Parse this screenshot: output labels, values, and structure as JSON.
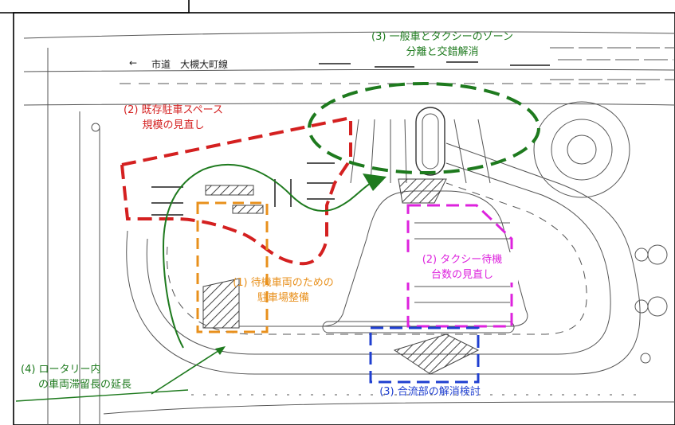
{
  "road_label": "市道　大槻大町線",
  "annotations": {
    "green_zone": {
      "line1": "(3) 一般車とタクシーのゾーン",
      "line2": "分離と交錯解消",
      "color": "#1e7a1e"
    },
    "red_parking": {
      "line1": "(2) 既存駐車スペース",
      "line2": "規模の見直し",
      "color": "#d42020"
    },
    "orange_parking": {
      "line1": "(1) 待機車両のための",
      "line2": "駐車場整備",
      "color": "#e8901c"
    },
    "magenta_taxi": {
      "line1": "(2) タクシー待機",
      "line2": "台数の見直し",
      "color": "#dd22dd"
    },
    "blue_merge": {
      "line1": "(3) 合流部の解消検討",
      "color": "#1f3fd0"
    },
    "green_queue": {
      "line1": "(4) ロータリー内",
      "line2": "の車両滞留長の延長",
      "color": "#1e7a1e"
    }
  }
}
